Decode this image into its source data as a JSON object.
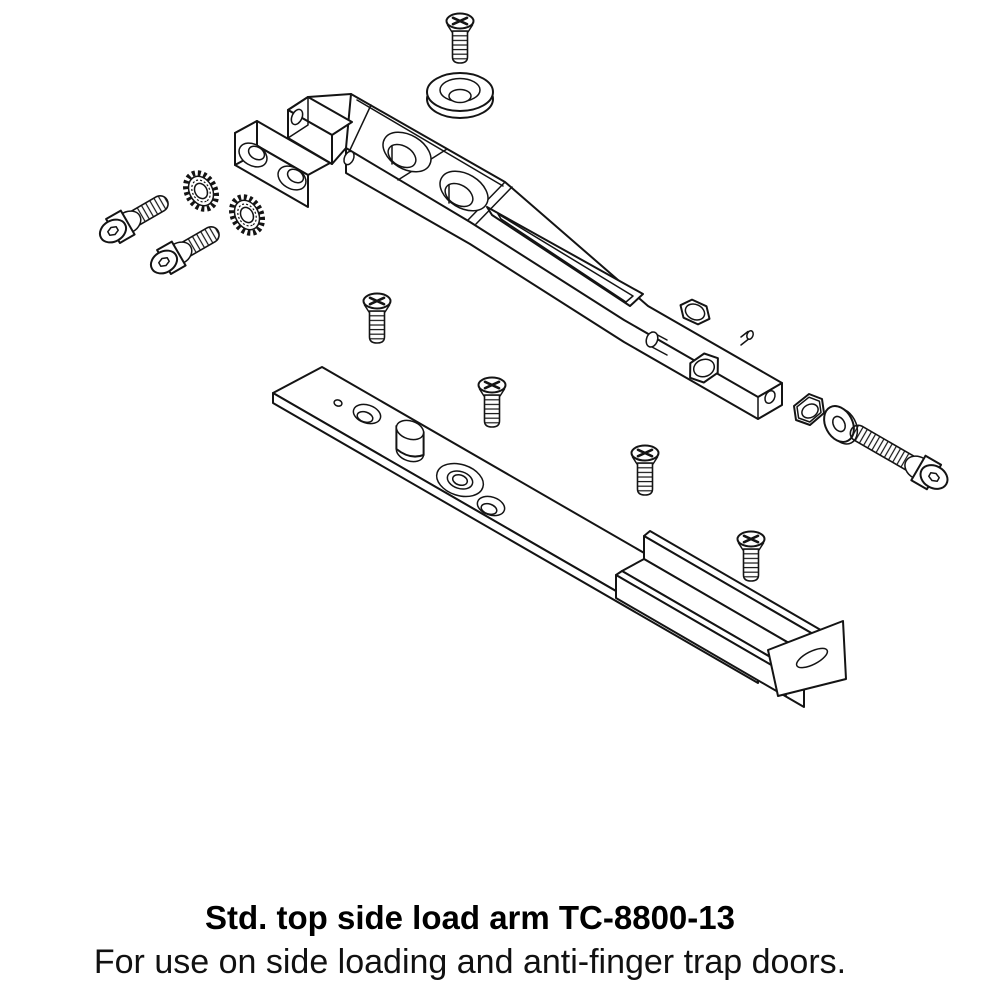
{
  "caption": {
    "title": "Std. top side load arm TC-8800-13",
    "subtitle": "For use on side loading and anti-finger trap doors."
  },
  "diagram": {
    "kind": "exploded-assembly-line-drawing",
    "colors": {
      "line": "#141414",
      "background": "#ffffff"
    },
    "parts": [
      {
        "name": "countersunk-phillips-screw",
        "qty": 5
      },
      {
        "name": "finish-washer",
        "qty": 1
      },
      {
        "name": "top-side-load-arm",
        "qty": 1
      },
      {
        "name": "clamp-block",
        "qty": 1
      },
      {
        "name": "external-tooth-lock-washer",
        "qty": 2
      },
      {
        "name": "socket-head-cap-screw",
        "qty": 3
      },
      {
        "name": "hex-nut",
        "qty": 1
      },
      {
        "name": "flat-washer",
        "qty": 1
      },
      {
        "name": "mounting-plate",
        "qty": 1
      },
      {
        "name": "end-channel-bracket",
        "qty": 1
      },
      {
        "name": "hex-adjuster-bolt",
        "qty": 2
      },
      {
        "name": "pivot-pin",
        "qty": 1
      }
    ]
  }
}
